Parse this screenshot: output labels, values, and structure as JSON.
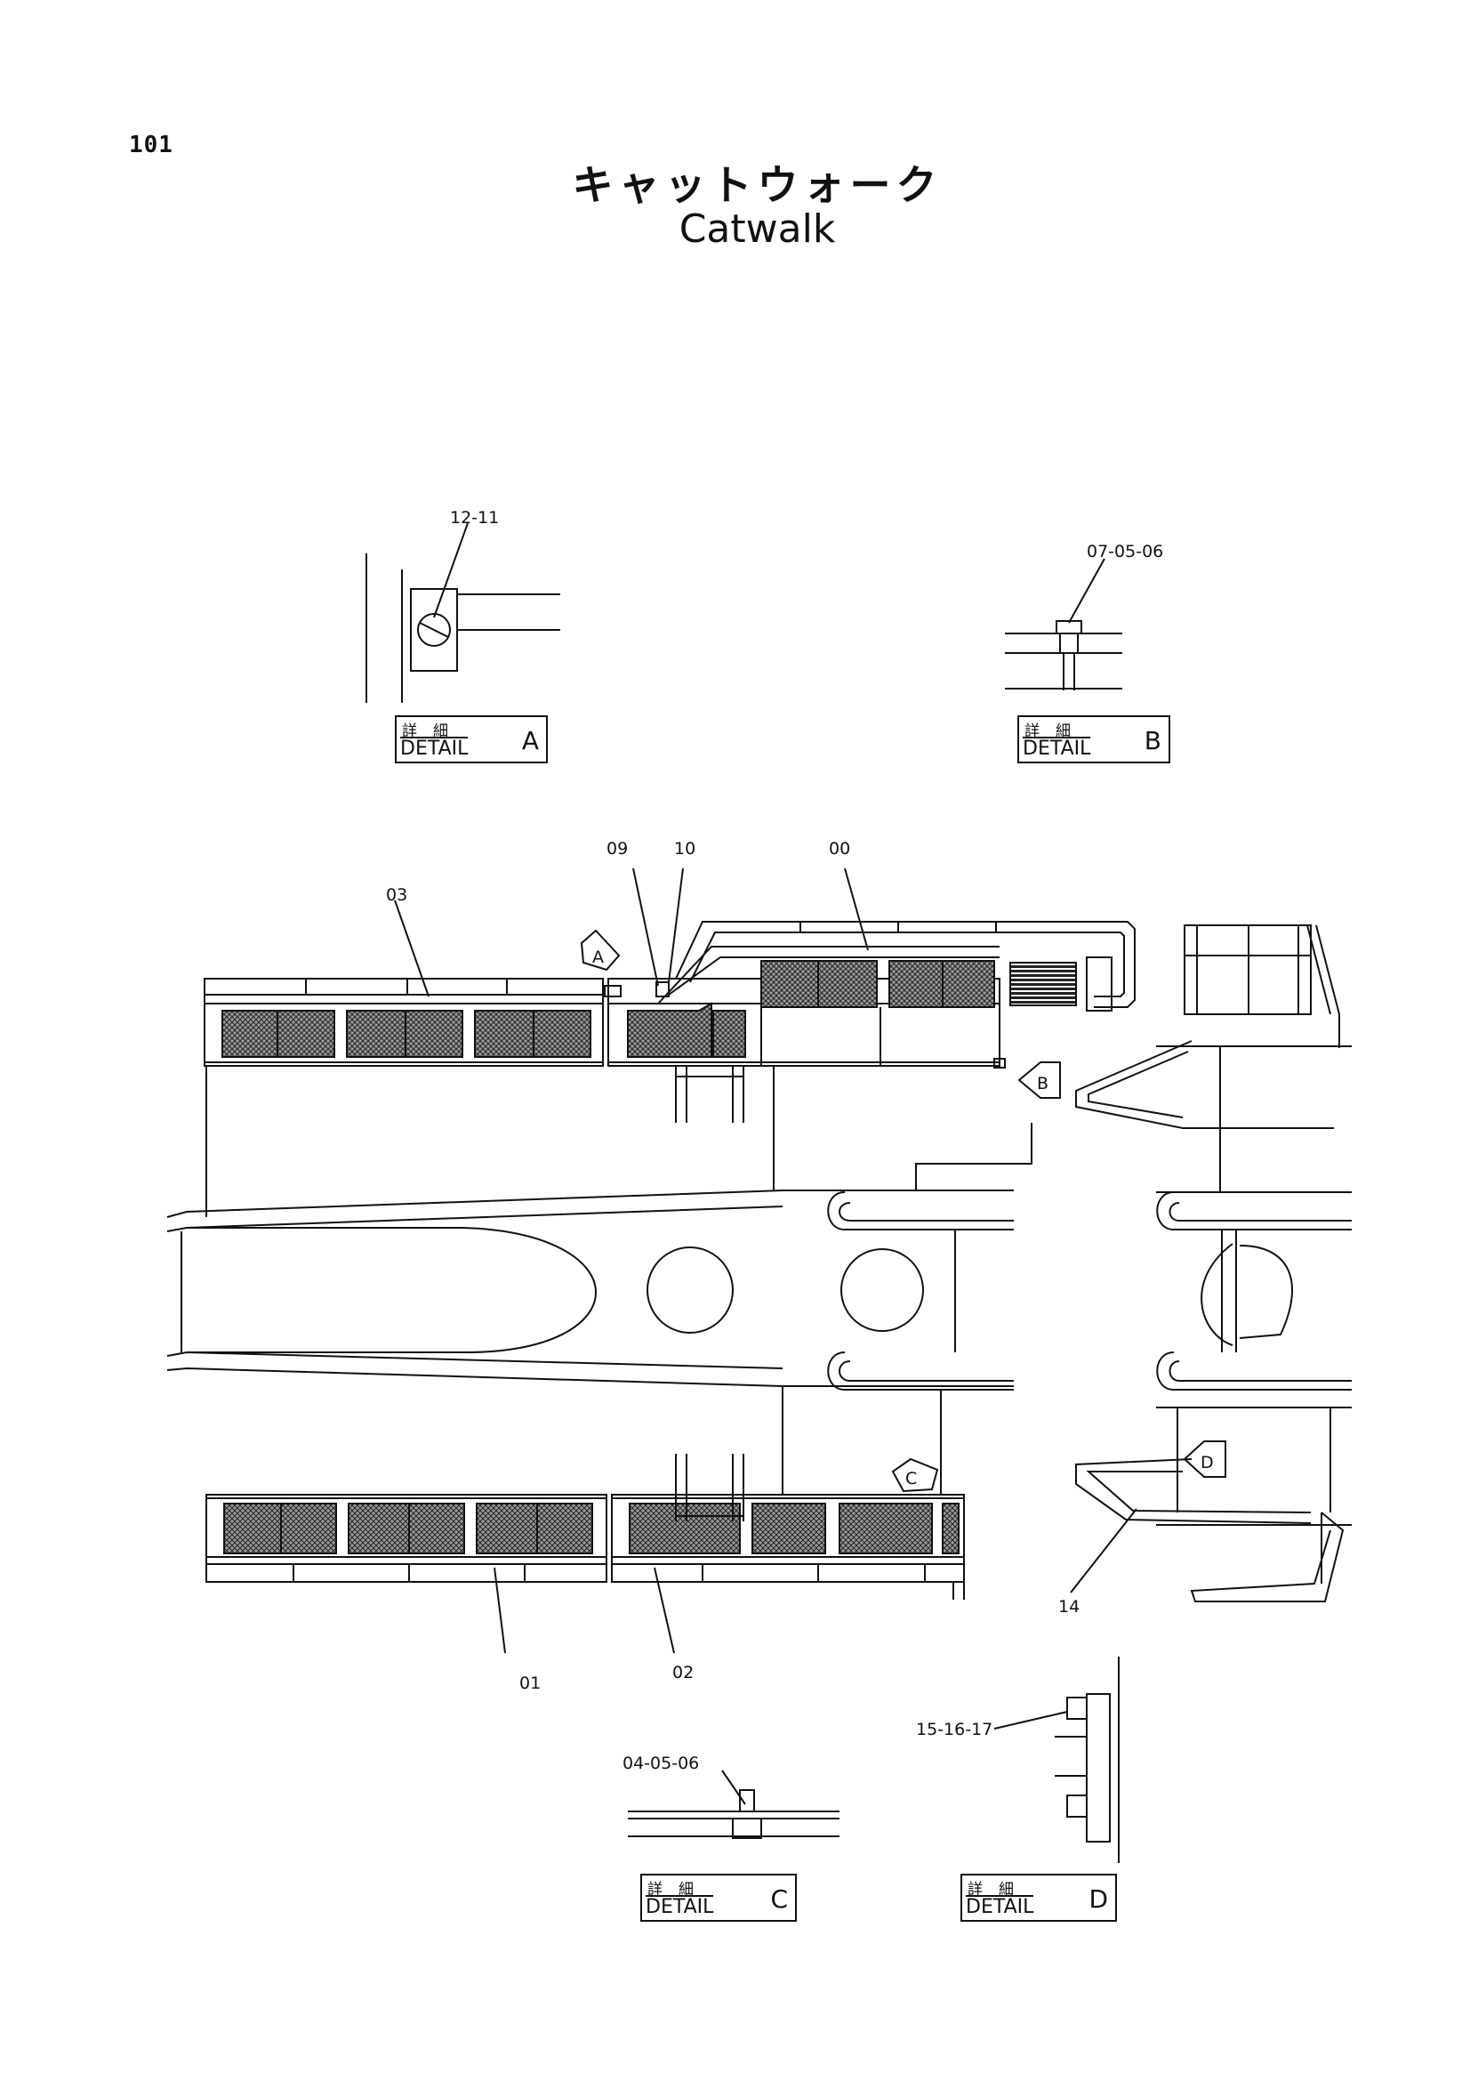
{
  "page": {
    "number": "101",
    "title_jp": "キャットウォーク",
    "title_en": "Catwalk"
  },
  "callouts": {
    "c_12_11": "12-11",
    "c_07_05_06": "07-05-06",
    "c_09": "09",
    "c_10": "10",
    "c_00": "00",
    "c_03": "03",
    "c_01": "01",
    "c_02": "02",
    "c_14": "14",
    "c_04_05_06": "04-05-06",
    "c_15_16_17": "15-16-17"
  },
  "view_markers": {
    "a": "A",
    "b": "B",
    "c": "C",
    "d": "D"
  },
  "details": [
    {
      "jp": "詳細",
      "en": "DETAIL",
      "letter": "A"
    },
    {
      "jp": "詳細",
      "en": "DETAIL",
      "letter": "B"
    },
    {
      "jp": "詳細",
      "en": "DETAIL",
      "letter": "C"
    },
    {
      "jp": "詳細",
      "en": "DETAIL",
      "letter": "D"
    }
  ]
}
